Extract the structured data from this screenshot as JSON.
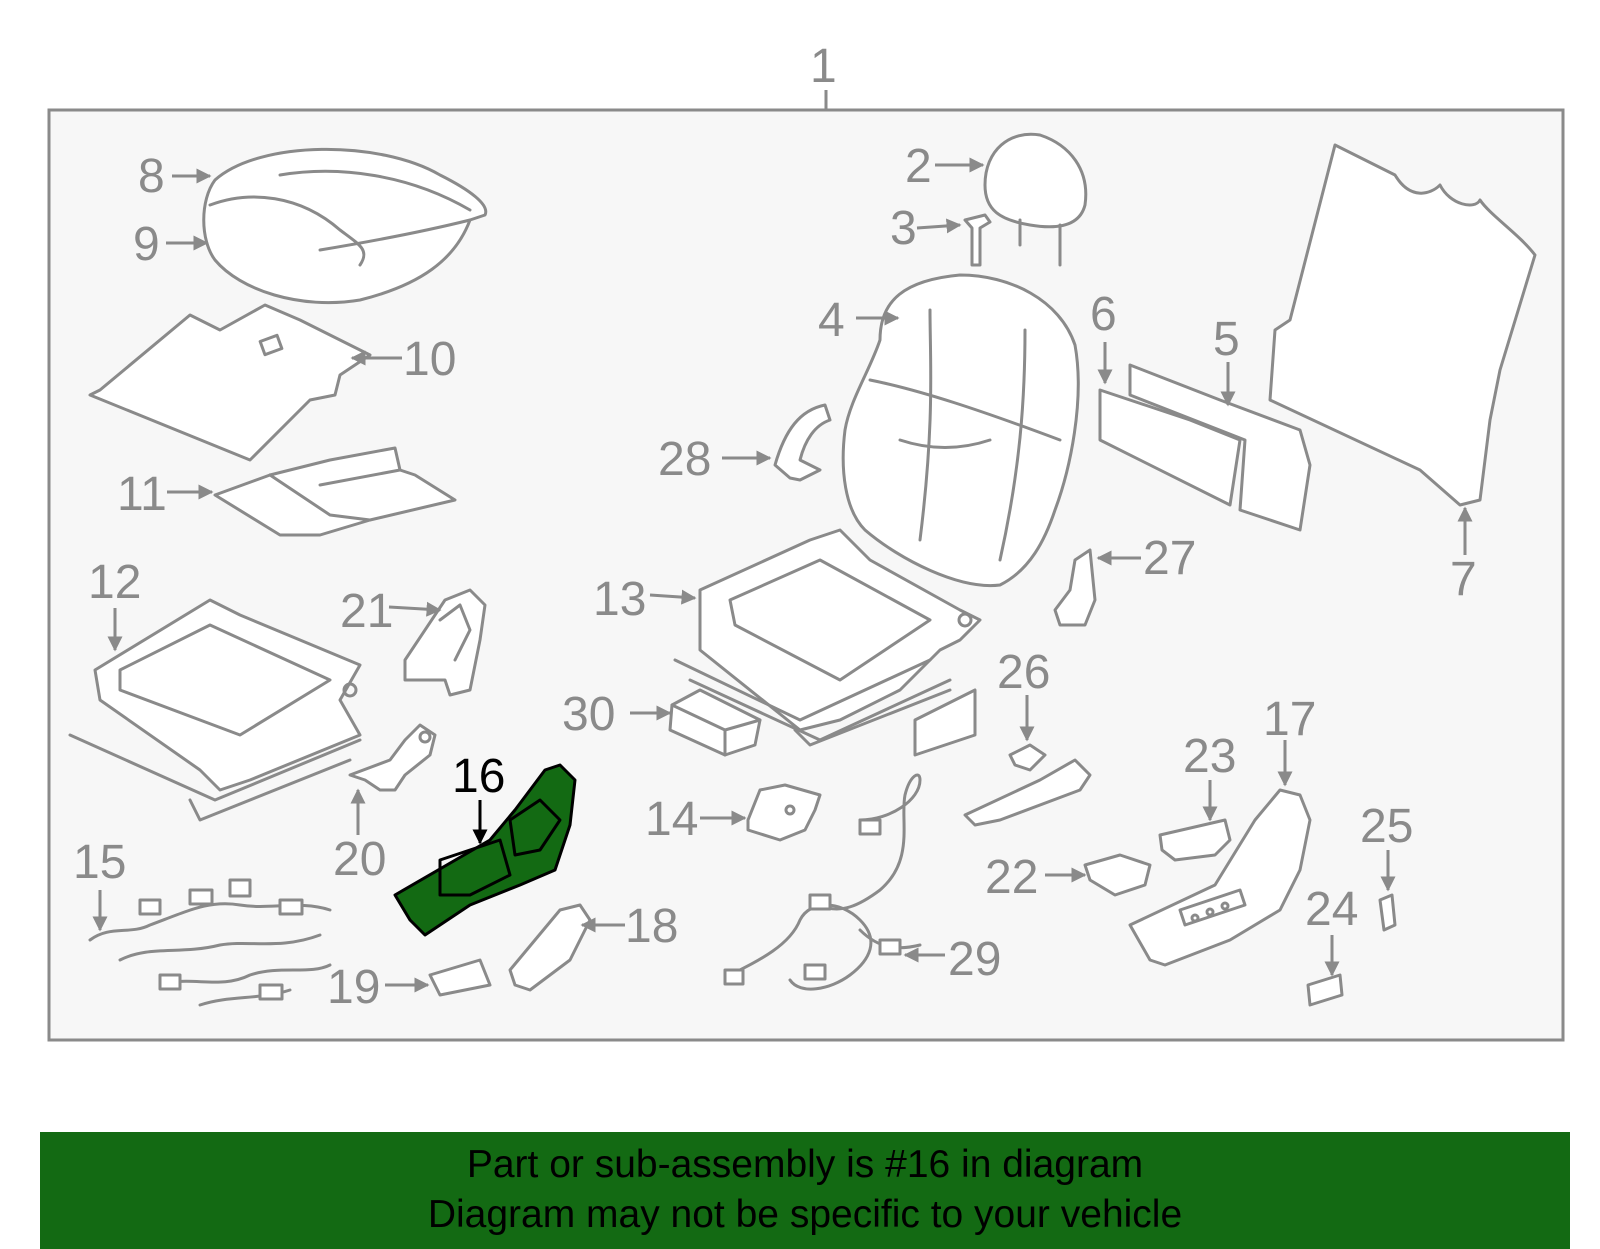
{
  "diagram": {
    "labels": [
      "1",
      "2",
      "3",
      "4",
      "5",
      "6",
      "7",
      "8",
      "9",
      "10",
      "11",
      "12",
      "13",
      "14",
      "15",
      "16",
      "17",
      "18",
      "19",
      "20",
      "21",
      "22",
      "23",
      "24",
      "25",
      "26",
      "27",
      "28",
      "29",
      "30"
    ],
    "highlight_label": "16",
    "highlight_color": "#136a13"
  },
  "banner": {
    "line1": "Part or sub-assembly is #16 in diagram",
    "line2": "Diagram may not be specific to your vehicle",
    "background": "#136a13"
  }
}
